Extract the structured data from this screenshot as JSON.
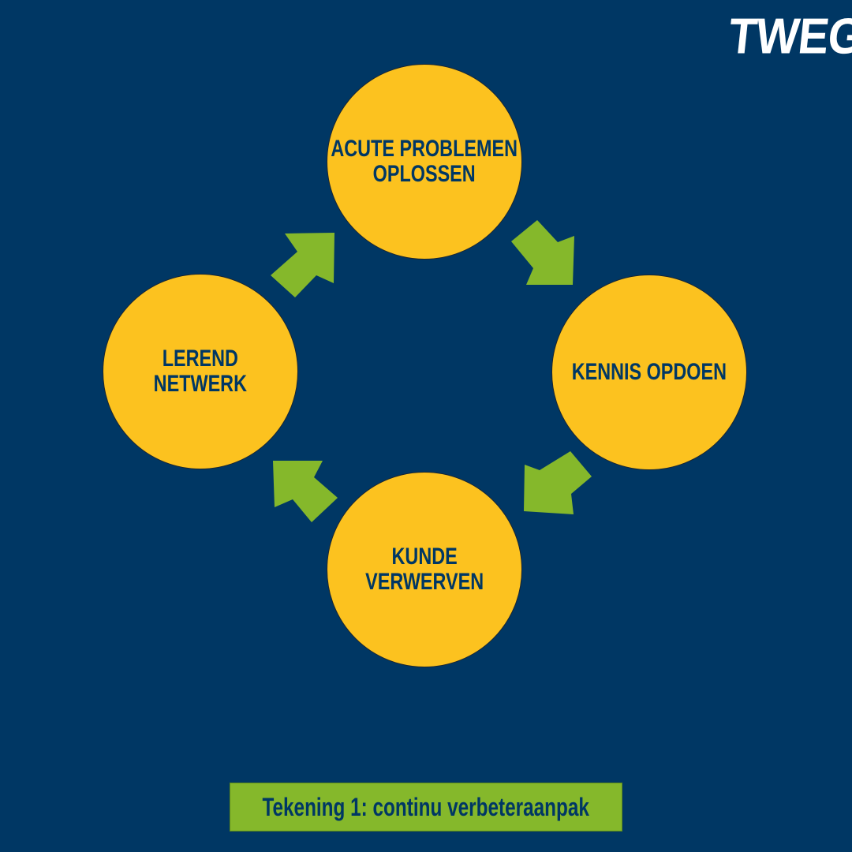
{
  "brand": {
    "logo_text": "TWEG"
  },
  "colors": {
    "background": "#003764",
    "node_fill": "#fcc21f",
    "arrow": "#85b82b",
    "text": "#003764",
    "logo": "#ffffff"
  },
  "nodes": [
    {
      "id": "acute-problemen-oplossen",
      "lines": [
        "ACUTE PROBLEMEN",
        "OPLOSSEN"
      ]
    },
    {
      "id": "kennis-opdoen",
      "lines": [
        "KENNIS OPDOEN"
      ]
    },
    {
      "id": "kunde-verwerven",
      "lines": [
        "KUNDE",
        "VERWERVEN"
      ]
    },
    {
      "id": "lerend-netwerk",
      "lines": [
        "LEREND",
        "NETWERK"
      ]
    }
  ],
  "edges": [
    {
      "from": "acute-problemen-oplossen",
      "to": "kennis-opdoen"
    },
    {
      "from": "kennis-opdoen",
      "to": "kunde-verwerven"
    },
    {
      "from": "kunde-verwerven",
      "to": "lerend-netwerk"
    },
    {
      "from": "lerend-netwerk",
      "to": "acute-problemen-oplossen"
    }
  ],
  "caption": {
    "text": "Tekening 1: continu verbeteraanpak"
  }
}
